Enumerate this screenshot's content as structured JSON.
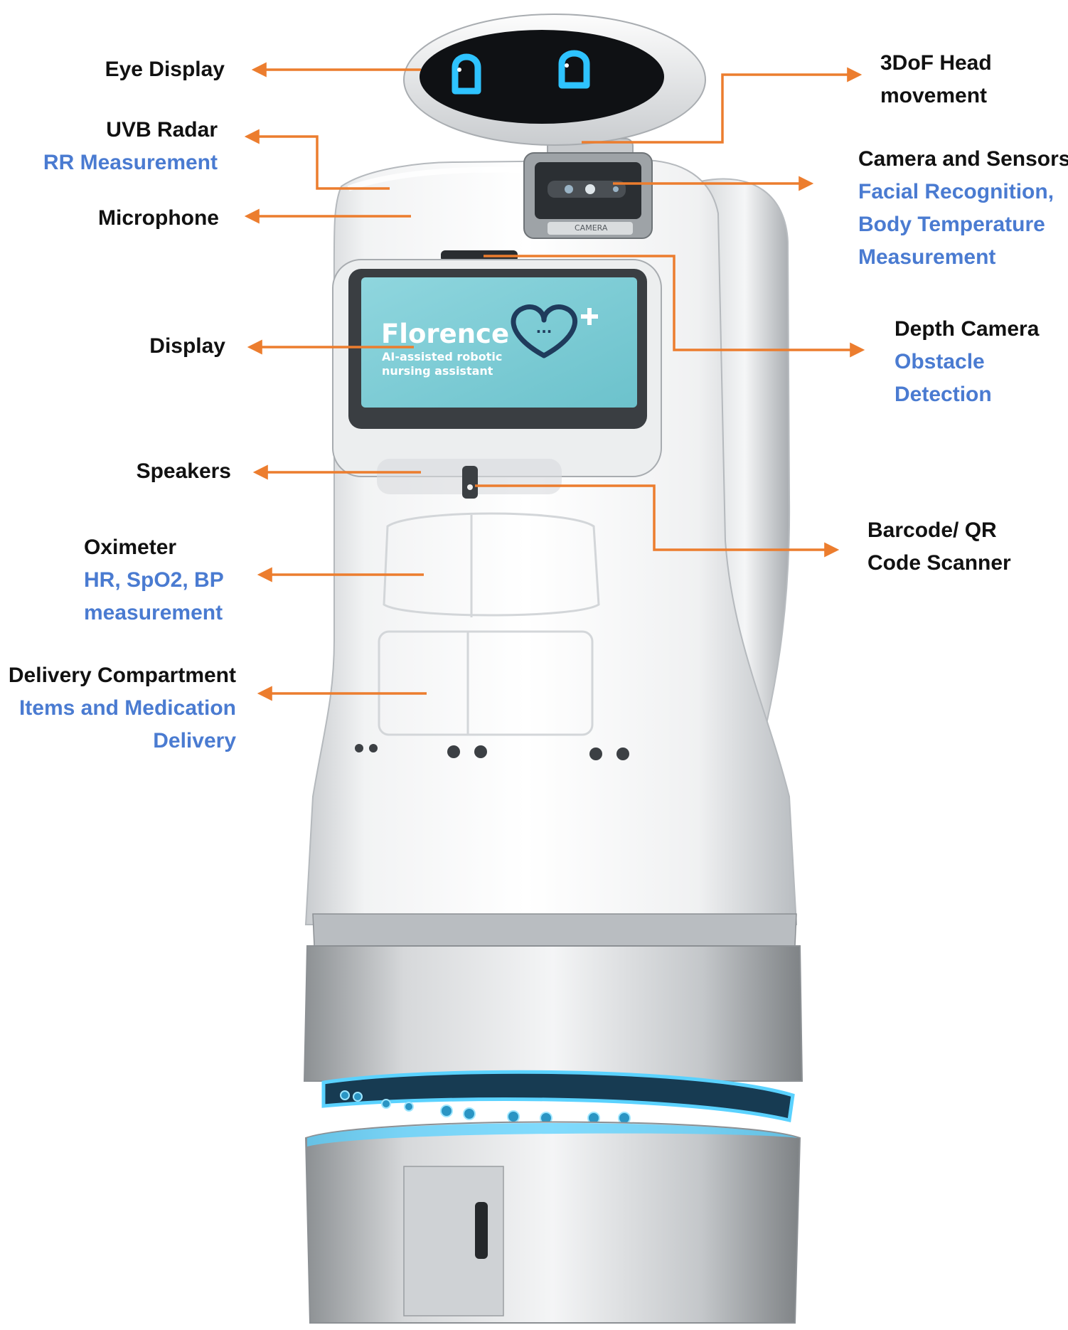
{
  "colors": {
    "arrow": "#ec7d2e",
    "title_text": "#111111",
    "subtitle_text": "#4a7bd1",
    "screen": "#7fcdd6",
    "screen_text": "#ffffff",
    "screen_logo": "#1f3b5c",
    "led_glow": "#5ad2ff"
  },
  "screen": {
    "brand": "Florence",
    "tagline_1": "AI-assisted robotic",
    "tagline_2": "nursing assistant"
  },
  "camera_module_label": "CAMERA",
  "labels": {
    "eye_display": {
      "title": "Eye Display"
    },
    "uvb_radar": {
      "title": "UVB Radar",
      "sub": "RR Measurement"
    },
    "microphone": {
      "title": "Microphone"
    },
    "display": {
      "title": "Display"
    },
    "speakers": {
      "title": "Speakers"
    },
    "oximeter": {
      "title": "Oximeter",
      "sub_1": "HR, SpO2, BP",
      "sub_2": "measurement"
    },
    "delivery": {
      "title": "Delivery Compartment",
      "sub_1": "Items and Medication",
      "sub_2": "Delivery"
    },
    "head_movement": {
      "title_1": "3DoF Head",
      "title_2": "movement"
    },
    "camera_sensors": {
      "title": "Camera and Sensors",
      "sub_1": "Facial Recognition,",
      "sub_2": "Body Temperature",
      "sub_3": "Measurement"
    },
    "depth_camera": {
      "title": "Depth Camera",
      "sub_1": "Obstacle",
      "sub_2": "Detection"
    },
    "barcode": {
      "title_1": "Barcode/ QR",
      "title_2": "Code Scanner"
    }
  }
}
